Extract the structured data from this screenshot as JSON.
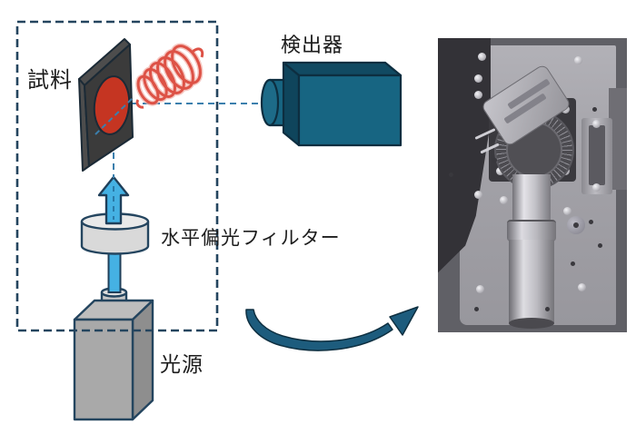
{
  "diagram": {
    "labels": {
      "sample": "試料",
      "detector": "検出器",
      "polarizing_filter": "水平偏光フィルター",
      "light_source": "光源"
    },
    "colors": {
      "outline_navy": "#24455f",
      "detector_teal": "#176582",
      "detector_top": "#114a62",
      "beam_blue": "#45b1e3",
      "beam_dash_blue": "#3b7fad",
      "sample_red": "#c53522",
      "plate_dark": "#3b3b3b",
      "device_gray": "#a9a9a9",
      "filter_gray": "#d9d9d9",
      "spiral_red": "#dd5246",
      "curved_arrow_teal": "#1d5c7d"
    }
  },
  "photo": {
    "colors": {
      "background_mat": "#606066",
      "base_plate": "#a4a3a9",
      "dark_bracket": "#333237",
      "rotation_mount": "#3a393e",
      "steel_tube": "#c0bfc5"
    }
  }
}
